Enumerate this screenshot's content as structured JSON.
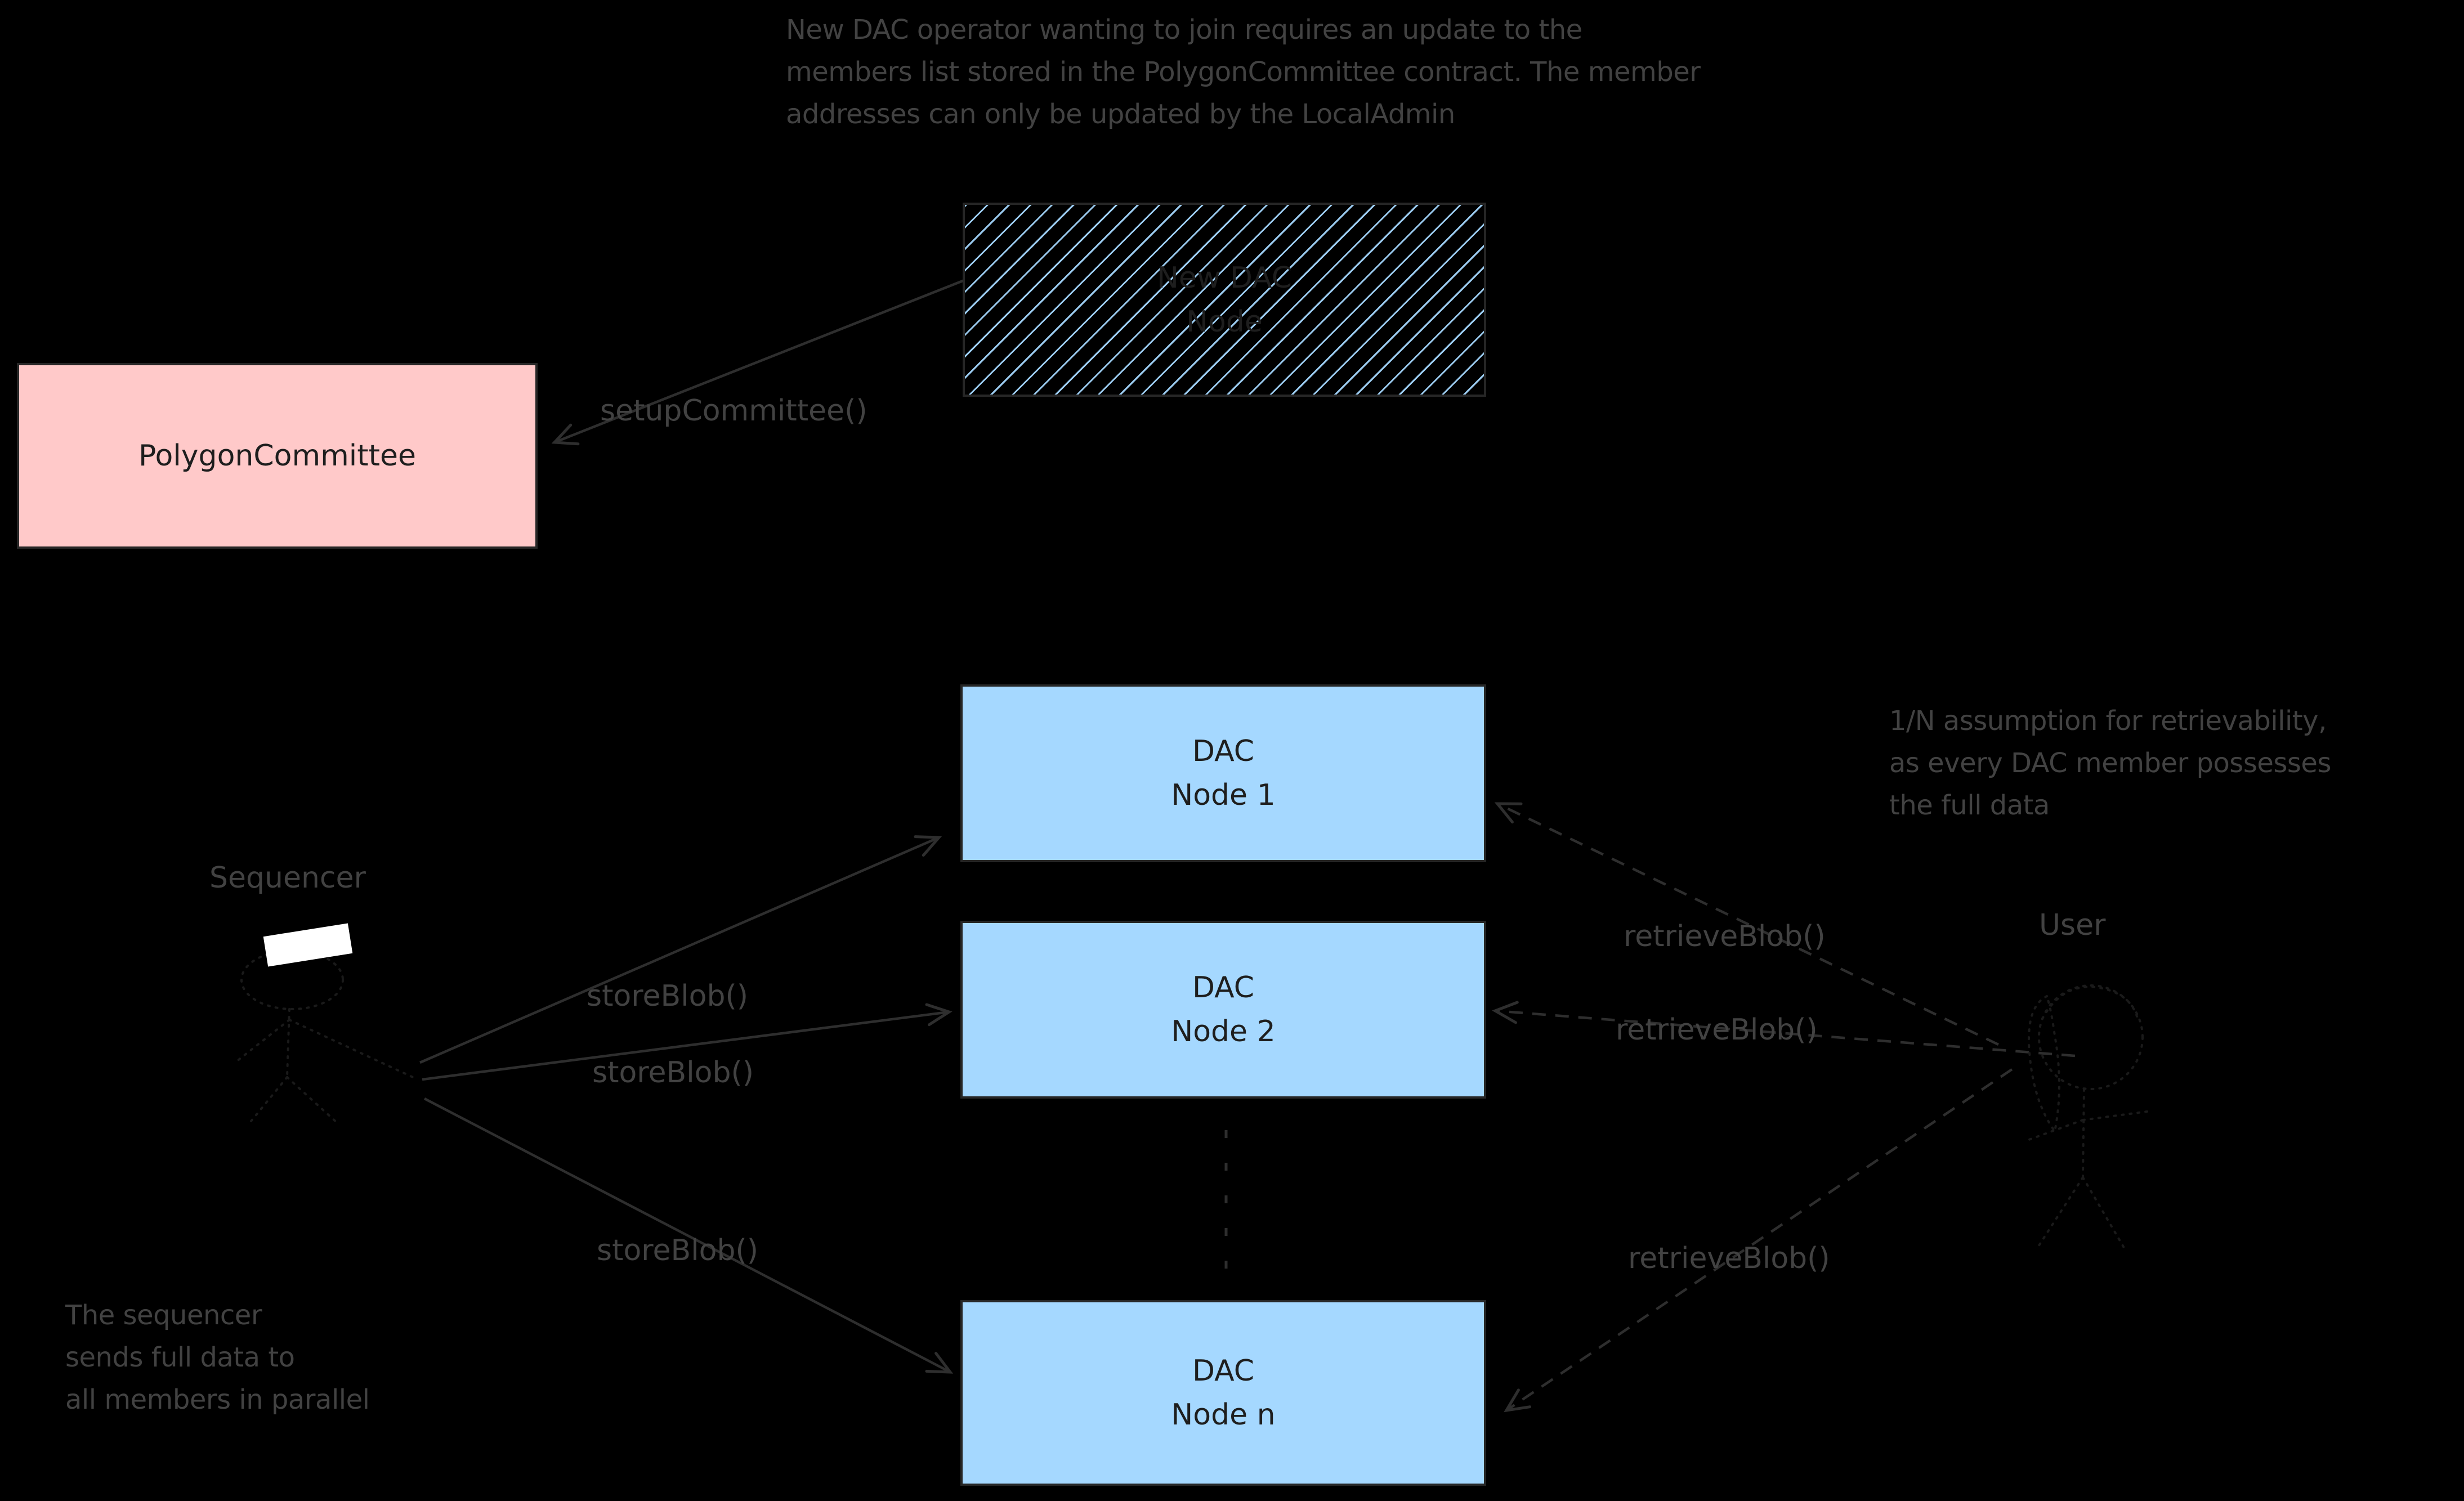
{
  "colors": {
    "background": "#000000",
    "node_fill_blue": "#a5d8ff",
    "contract_fill_pink": "#ffc9c9",
    "hatch_line_blue": "#a5d8ff",
    "box_text_dark": "#1e1e1e",
    "note_text_gray": "#424242",
    "connector_gray": "#2e2e2e",
    "figure_blob_white": "#ffffff"
  },
  "notes": {
    "top_note": "New DAC operator wanting to join requires an update to the\nmembers list stored in the PolygonCommittee contract. The member\naddresses can only be updated by the LocalAdmin",
    "retrievability_note": "1/N assumption for retrievability,\nas every DAC member possesses\nthe full data",
    "parallel_note": "The sequencer\nsends full data to\nall members in parallel"
  },
  "boxes": {
    "new_dac_node": {
      "label": "New DAC\nNode",
      "fill": "hatched-blue-on-black"
    },
    "polygon_committee": {
      "label": "PolygonCommittee",
      "fill": "#ffc9c9"
    },
    "dac_node_1": {
      "label": "DAC\nNode 1",
      "fill": "#a5d8ff"
    },
    "dac_node_2": {
      "label": "DAC\nNode 2",
      "fill": "#a5d8ff"
    },
    "dac_node_n": {
      "label": "DAC\nNode n",
      "fill": "#a5d8ff"
    }
  },
  "actors": {
    "sequencer": {
      "label": "Sequencer"
    },
    "user": {
      "label": "User"
    }
  },
  "edges": {
    "setup_committee": {
      "label": "setupCommittee()",
      "style": "solid"
    },
    "store_blob_1": {
      "label": "storeBlob()",
      "style": "solid"
    },
    "store_blob_2": {
      "label": "storeBlob()",
      "style": "solid"
    },
    "store_blob_3": {
      "label": "storeBlob()",
      "style": "solid"
    },
    "retrieve_blob_1": {
      "label": "retrieveBlob()",
      "style": "dashed"
    },
    "retrieve_blob_2": {
      "label": "retrieveBlob()",
      "style": "dashed"
    },
    "retrieve_blob_3": {
      "label": "retrieveBlob()",
      "style": "dashed"
    },
    "node_ellipsis": {
      "style": "dotted"
    }
  }
}
